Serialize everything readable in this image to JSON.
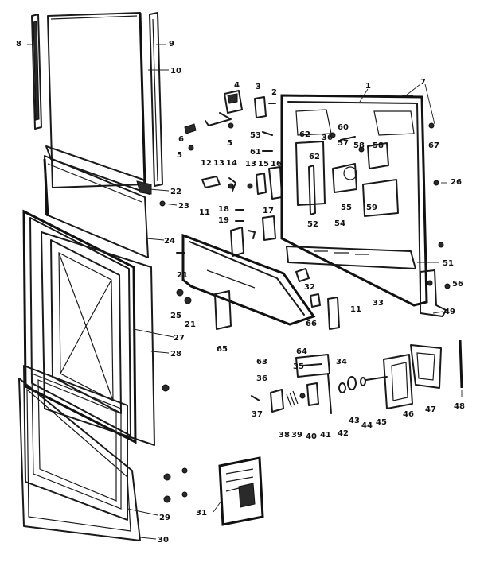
{
  "labels": {
    "l1": "1",
    "l2": "2",
    "l3": "3",
    "l4": "4",
    "l5a": "5",
    "l5b": "5",
    "l6": "6",
    "l7": "7",
    "l8": "8",
    "l9": "9",
    "l10": "10",
    "l11a": "11",
    "l11b": "11",
    "l12": "12",
    "l13a": "13",
    "l13b": "13",
    "l14": "14",
    "l15": "15",
    "l16": "16",
    "l17": "17",
    "l18": "18",
    "l19": "19",
    "l21a": "21",
    "l21b": "21",
    "l22": "22",
    "l23": "23",
    "l24": "24",
    "l25": "25",
    "l26": "26",
    "l27": "27",
    "l28": "28",
    "l29": "29",
    "l30": "30",
    "l31": "31",
    "l32": "32",
    "l33": "33",
    "l34": "34",
    "l35": "35",
    "l36a": "36",
    "l36b": "36",
    "l37": "37",
    "l38": "38",
    "l39": "39",
    "l40": "40",
    "l41": "41",
    "l42": "42",
    "l43": "43",
    "l44": "44",
    "l45": "45",
    "l46": "46",
    "l47": "47",
    "l48": "48",
    "l49": "49",
    "l51": "51",
    "l52": "52",
    "l53": "53",
    "l54": "54",
    "l55": "55",
    "l56": "56",
    "l57": "57",
    "l58a": "58",
    "l58b": "58",
    "l59": "59",
    "l60": "60",
    "l61": "61",
    "l62a": "62",
    "l62b": "62",
    "l63": "63",
    "l64": "64",
    "l65": "65",
    "l66": "66",
    "l67": "67"
  }
}
